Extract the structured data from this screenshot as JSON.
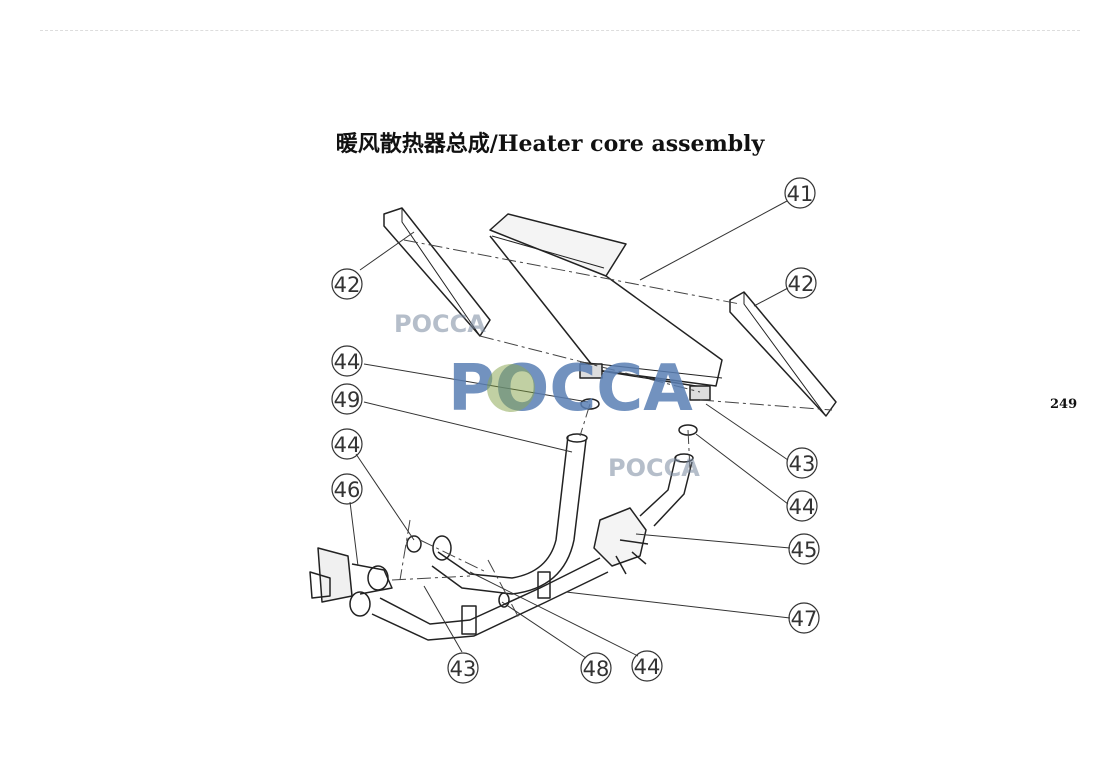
{
  "title": "暖风散热器总成/Heater core assembly",
  "page_number": "249",
  "watermarks": [
    {
      "text": "POCCA",
      "color": "#5a7fb4"
    },
    {
      "text": "POCCA",
      "color": "#7a8aa0"
    },
    {
      "text": "POCCA",
      "color": "#7a8aa0"
    }
  ],
  "callouts": [
    {
      "id": "c41a",
      "label": "41"
    },
    {
      "id": "c42a",
      "label": "42"
    },
    {
      "id": "c42b",
      "label": "42"
    },
    {
      "id": "c44a",
      "label": "44"
    },
    {
      "id": "c49",
      "label": "49"
    },
    {
      "id": "c43a",
      "label": "43"
    },
    {
      "id": "c44b",
      "label": "44"
    },
    {
      "id": "c44c",
      "label": "44"
    },
    {
      "id": "c46",
      "label": "46"
    },
    {
      "id": "c45",
      "label": "45"
    },
    {
      "id": "c47",
      "label": "47"
    },
    {
      "id": "c43b",
      "label": "43"
    },
    {
      "id": "c48",
      "label": "48"
    },
    {
      "id": "c44d",
      "label": "44"
    }
  ]
}
